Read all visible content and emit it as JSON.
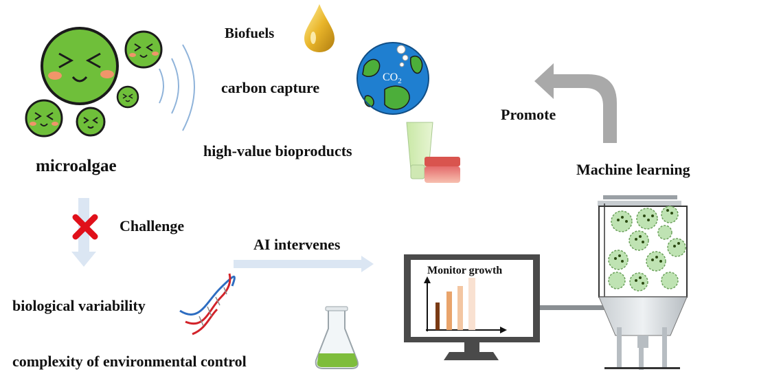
{
  "labels": {
    "biofuels": "Biofuels",
    "carbon_capture": "carbon capture",
    "high_value": "high-value bioproducts",
    "microalgae": "microalgae",
    "challenge": "Challenge",
    "ai_intervenes": "AI intervenes",
    "biological_variability": "biological variability",
    "complexity": "complexity of environmental control",
    "monitor_growth": "Monitor growth",
    "machine_learning": "Machine learning",
    "promote": "Promote",
    "co2": "CO",
    "co2_sub": "2"
  },
  "colors": {
    "algae": "#6fbf3a",
    "algae_dark": "#2c4a12",
    "cheek": "#f0956a",
    "arrow_blue": "#dbe6f3",
    "arrow_gray": "#a9a9a9",
    "cross_red": "#e0101a",
    "earth_blue": "#1f7fd0",
    "earth_green": "#4cae3a",
    "bar1": "#7a3a14",
    "bar2": "#e9a46b",
    "bar3": "#f3c6a2",
    "bar4": "#f9e1d1",
    "reactor_green": "#bfe3b3",
    "monitor_frame": "#4a4a4a",
    "flask_liquid": "#7ebd3c"
  },
  "icons": [
    "microalgae-face-icon",
    "oil-drop-icon",
    "earth-icon",
    "cosmetics-icon",
    "dna-icon",
    "flask-icon",
    "monitor-icon",
    "bioreactor-icon",
    "red-cross-icon"
  ]
}
